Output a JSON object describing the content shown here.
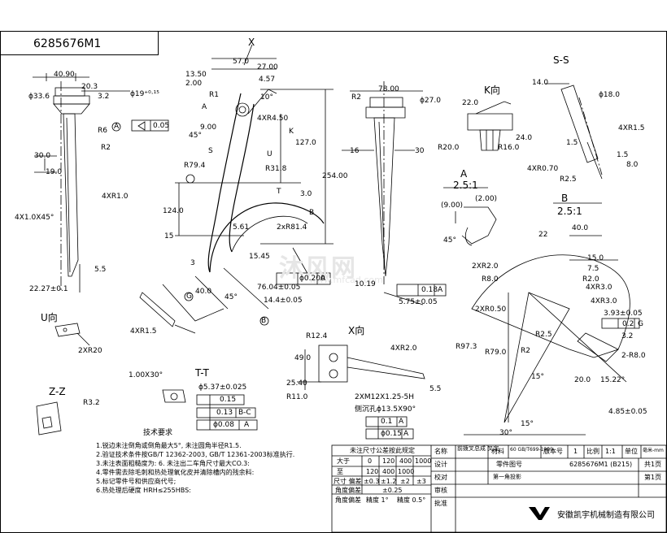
{
  "part_number": "6285676M1",
  "view_labels": {
    "ss": "S-S",
    "k_dir": "K向",
    "a": "A",
    "a_scale": "2.5:1",
    "b": "B",
    "b_scale": "2.5:1",
    "u_dir": "U向",
    "zz": "Z-Z",
    "tt": "T-T",
    "x_dir": "X向",
    "x": "X"
  },
  "dims": {
    "d4090": "40.90",
    "d203": "20.3",
    "d336": "ϕ33.6",
    "d19tol": "ϕ19⁺⁰·¹⁵",
    "r6": "R6",
    "r2a": "R2",
    "d30": "30.0",
    "d19": "19.0",
    "fc1": "0.05",
    "datumA1": "A",
    "r32a": "3.2",
    "d4xr10": "4XR1.0",
    "d4x10": "4X1.0X45°",
    "d55": "5.5",
    "d2227": "22.27±0.1",
    "d1350": "13.50",
    "d570": "57.0",
    "d2700": "27.00",
    "d200": "2.00",
    "d457": "4.57",
    "d10deg": "10°",
    "r1": "R1",
    "la": "A",
    "d900": "9.00",
    "d45a": "45°",
    "ls": "S",
    "d4xr45": "4XR4.50",
    "lk": "K",
    "d127": "127.0",
    "lu": "U",
    "r794": "R79.4",
    "r318": "R31.8",
    "d2540": "254.00",
    "d30b": "3.0",
    "lt": "T",
    "lb": "B",
    "d1240": "124.0",
    "d561": "5.61",
    "d2xr814": "2xR81.4",
    "d15": "15",
    "d3": "3",
    "d1545": "15.45",
    "d400": "40.0",
    "d45b": "45°",
    "lg": "G",
    "lb2": "B",
    "d7604": "76.04±0.05",
    "d144": "14.4±0.05",
    "d0200": "ϕ0.200",
    "datumA2": "A",
    "d4xr15a": "4XR1.5",
    "r2b": "R2",
    "d7800": "78.00",
    "d270": "ϕ27.0",
    "d16": "16",
    "d30c": "30",
    "d1019": "10.19",
    "fc2": "0.18",
    "datumA3": "A",
    "d575": "5.75±0.05",
    "d220": "22.0",
    "r200": "R20.0",
    "r160": "R16.0",
    "d240": "24.0",
    "d140": "14.0",
    "d180": "ϕ18.0",
    "d4xr15b": "4XR1.5",
    "d15b": "1.5",
    "d15c": "1.5",
    "d4xr07": "4XR0.70",
    "r25": "R2.5",
    "d80": "8.0",
    "d900a": "(9.00)",
    "d200a": "(2.00)",
    "d45c": "45°",
    "d400b": "40.0",
    "d22": "22",
    "d150": "15.0",
    "d75": "7.5",
    "d2xr20": "2XR2.0",
    "r80": "R8.0",
    "r20": "R2.0",
    "d4xr30a": "4XR3.0",
    "d4xr30b": "4XR3.0",
    "d2xr05": "2XR0.50",
    "d393": "3.93±0.05",
    "fc3": "0.2",
    "datumG": "G",
    "r32b": "3.2",
    "r973": "R97.3",
    "r790": "R79.0",
    "r25b": "R2.5",
    "r2c": "R2",
    "d15d": "15°",
    "d2r80": "2-R8.0",
    "d200b": "20.0",
    "d1522": "15.22°",
    "d485": "4.85±0.05",
    "d15e": "15°",
    "d30e": "30°",
    "r124": "R12.4",
    "d4xr20": "4XR2.0",
    "d490": "49.0",
    "d2540b": "25.40",
    "r110": "R11.0",
    "d55b": "5.5",
    "thread": "2XM12X1.25-5H",
    "csink": "侧沉孔ϕ13.5X90°",
    "fc4": "0.1",
    "datumA4": "A",
    "fc5": "ϕ0.15",
    "datumA5": "A",
    "d100x30": "1.00X30°",
    "d537": "ϕ5.37±0.025",
    "fc6": "0.15",
    "fc7": "0.13",
    "datumBC": "B-C",
    "fc8": "ϕ0.08",
    "datumA6": "A",
    "d2xr20b": "2XR20",
    "r32c": "R3.2"
  },
  "notes": {
    "title": "技术要求",
    "lines": [
      "1.锐边未注倒角或倒角最大5°, 未注圆角半径R1.5.",
      "2.验证技术条件按GB/T 12362-2003, GB/T 12361-2003标准执行.",
      "3.未注表面粗糙度为: 6. 未注出二车角尺寸最大CO.3:",
      "4.零件需去除毛刺和热处理氧化皮并清除槽内的残余料:",
      "5.标记零件号和供应商代号;",
      "6.热处理后硬度 HRH≤255HBS:"
    ]
  },
  "title_block": {
    "tol_header": "未注尺寸公差按此规定",
    "tol_row1": [
      "大于",
      "0",
      "120",
      "400",
      "1000"
    ],
    "tol_row2": [
      "至",
      "120",
      "400",
      "1000",
      ""
    ],
    "tol_row3": [
      "尺寸 偏差",
      "±0.3",
      "±1.2",
      "±2",
      "±3"
    ],
    "tol_row4": [
      "角度偏差",
      "±0.25"
    ],
    "tol_row5": [
      "角度偏差",
      "精度 1°",
      "精度 0.5°"
    ],
    "name_label": "名称",
    "name_value": "前拨叉总成 叉定",
    "material_label": "材料",
    "material_value": "60 GB/T699-1999",
    "version_label": "版本号",
    "version_value": "1",
    "scale_label": "比例",
    "scale_value": "1:1",
    "unit_label": "单位",
    "unit_value": "毫米-mm",
    "design": "设计",
    "proof": "校对",
    "review": "审核",
    "approve": "批准",
    "part_label": "零件图号",
    "part_value": "6285676M1 (B215)",
    "proj_label": "第一角投影",
    "total": "共1页",
    "page": "第1页",
    "company": "安徽凯宇机械制造有限公司"
  },
  "watermark": {
    "text": "沐风网",
    "url": "www.mfcad.com"
  }
}
